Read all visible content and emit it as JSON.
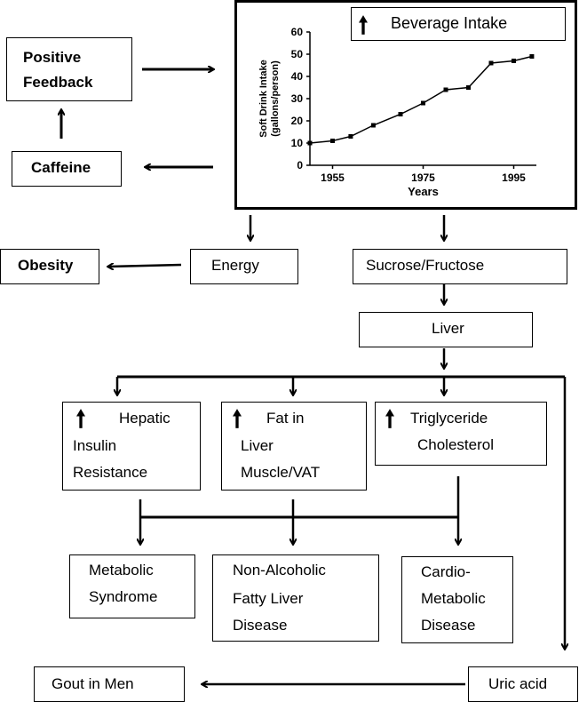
{
  "diagram": {
    "positive_feedback": [
      "Positive",
      "Feedback"
    ],
    "caffeine": "Caffeine",
    "beverage_intake": "Beverage Intake",
    "obesity": "Obesity",
    "energy": "Energy",
    "sucrose_fructose": "Sucrose/Fructose",
    "liver": "Liver",
    "hepatic": [
      "Hepatic",
      "Insulin",
      "Resistance"
    ],
    "fat": [
      "Fat in",
      "Liver",
      "Muscle/VAT"
    ],
    "triglyceride": [
      "Triglyceride",
      "Cholesterol"
    ],
    "metabolic": [
      "Metabolic",
      "Syndrome"
    ],
    "nafld": [
      "Non-Alcoholic",
      "Fatty Liver",
      "Disease"
    ],
    "cardio": [
      "Cardio-",
      "Metabolic",
      "Disease"
    ],
    "uric_acid": "Uric acid",
    "gout": "Gout in Men",
    "increase_icon": "up-arrow-icon",
    "colors": {
      "stroke": "#000000",
      "background": "#ffffff"
    }
  },
  "chart_data": {
    "type": "line",
    "x": [
      1950,
      1955,
      1959,
      1964,
      1970,
      1975,
      1980,
      1985,
      1990,
      1995,
      1999
    ],
    "values": [
      10,
      11,
      13,
      18,
      23,
      28,
      34,
      35,
      46,
      47,
      49
    ],
    "xlabel": "Years",
    "ylabel": [
      "Soft Drink Intake",
      "(gallons/person)"
    ],
    "xticks": [
      "1955",
      "1975",
      "1995"
    ],
    "yticks": [
      "0",
      "10",
      "20",
      "30",
      "40",
      "50",
      "60"
    ],
    "xlim": [
      1950,
      2000
    ],
    "ylim": [
      0,
      60
    ],
    "grid": false,
    "marker": "square"
  }
}
